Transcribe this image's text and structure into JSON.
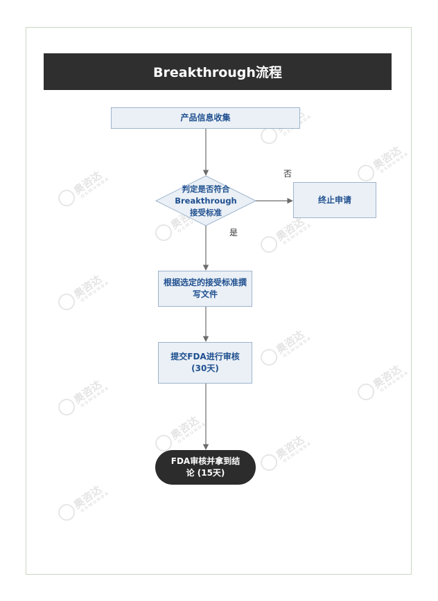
{
  "title": "Breakthrough流程",
  "nodes": {
    "collect": "产品信息收集",
    "decision": [
      "判定是否符合",
      "Breakthrough",
      "接受标准"
    ],
    "terminate": "终止申请",
    "write": [
      "根据选定的接受标准撰",
      "写文件"
    ],
    "submit": [
      "提交FDA进行审核",
      "(30天)"
    ],
    "conclude": [
      "FDA审核并拿到结",
      "论 (15天)"
    ]
  },
  "edges": {
    "no": "否",
    "yes": "是"
  },
  "watermark": {
    "text": "奥咨达",
    "subtext": "OSMUNDA"
  },
  "colors": {
    "header_bg": "#2f2f2f",
    "box_fill": "#eaf0f6",
    "box_border": "#9db3cc",
    "box_text": "#1f4f8f",
    "terminal_bg": "#2c2c2c",
    "connector": "#6b6b6b"
  }
}
